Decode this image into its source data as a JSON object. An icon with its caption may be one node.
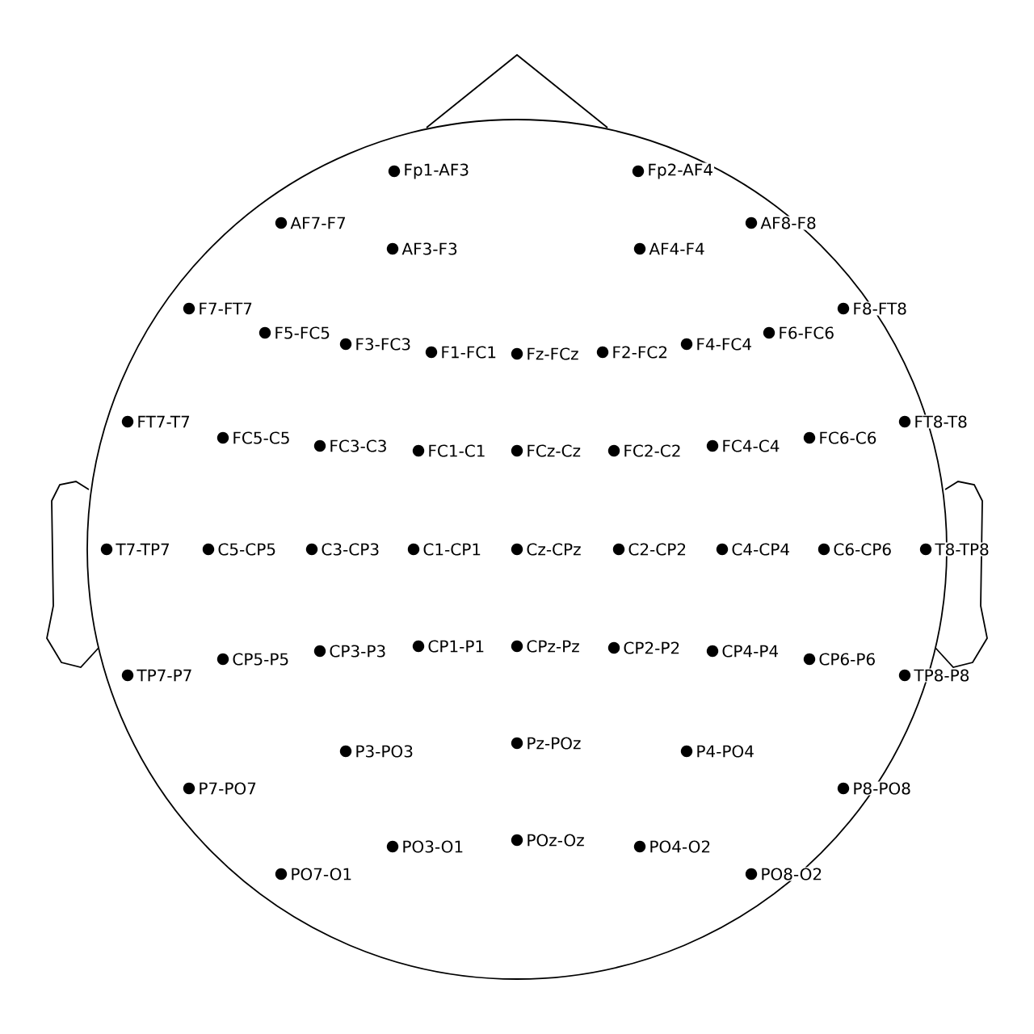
{
  "diagram": {
    "labels": [
      "Fp1-AF3",
      "Fp2-AF4",
      "AF7-F7",
      "AF8-F8",
      "AF3-F3",
      "AF4-F4",
      "F7-FT7",
      "F5-FC5",
      "F3-FC3",
      "F1-FC1",
      "Fz-FCz",
      "F2-FC2",
      "F4-FC4",
      "F6-FC6",
      "F8-FT8",
      "FT7-T7",
      "FC5-C5",
      "FC3-C3",
      "FC1-C1",
      "FCz-Cz",
      "FC2-C2",
      "FC4-C4",
      "FC6-C6",
      "FT8-T8",
      "T7-TP7",
      "C5-CP5",
      "C3-CP3",
      "C1-CP1",
      "Cz-CPz",
      "C2-CP2",
      "C4-CP4",
      "C6-CP6",
      "T8-TP8",
      "TP7-P7",
      "CP5-P5",
      "CP3-P3",
      "CP1-P1",
      "CPz-Pz",
      "CP2-P2",
      "CP4-P4",
      "CP6-P6",
      "TP8-P8",
      "P7-PO7",
      "P3-PO3",
      "Pz-POz",
      "P4-PO4",
      "P8-PO8",
      "PO7-O1",
      "PO3-O1",
      "POz-Oz",
      "PO4-O2",
      "PO8-O2"
    ]
  }
}
